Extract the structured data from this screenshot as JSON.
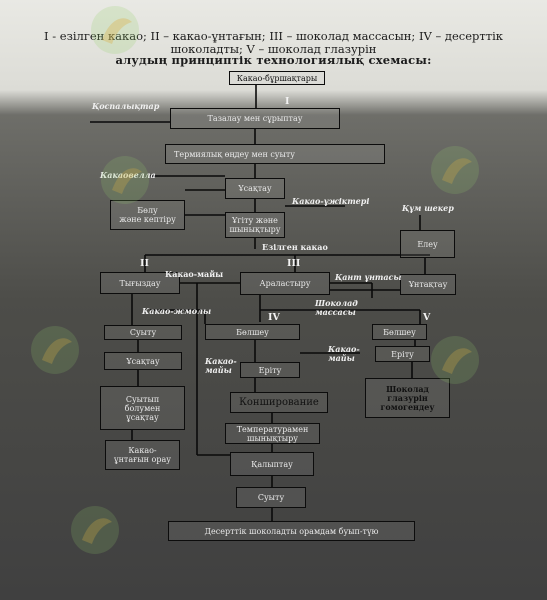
{
  "caption": {
    "line1": "І - езілген какао; ІІ – какао-ұнтағын; ІІІ – шоколад массасын; IV – десерттік",
    "line2": "шоколадты; V – шоколад глазурін",
    "line3": "алудың принциптік технологиялық схемасы:"
  },
  "boxes": {
    "beans": "Какао-бұршақтары",
    "clean": "Тазалау мен сұрыптау",
    "thermal": "Термиялық өңдеу мен суыту",
    "crush": "Ұсақтау",
    "sep": "Бөлу\nжәне кептіру",
    "grind": "Ұгіту және\nшынықтыру",
    "press": "Тығыздау",
    "mix": "Араластыру",
    "cool1": "Суыту",
    "crush2": "Ұсақтау",
    "cool_crush": "Суытып\nболумен\nұсақтау",
    "pack_powder": "Какао-\nұнтағын орау",
    "split4": "Бөлшеу",
    "melt4": "Еріту",
    "conche": "Конширование",
    "temper": "Температурамен\nшынықтыру",
    "mould": "Қалыптау",
    "cool2": "Суыту",
    "final_pack": "Десерттік шоколадты орамдам буып-түю",
    "grind_sugar": "Елеу",
    "powder_sugar": "Ұнтақтау",
    "split5": "Бөлшеу",
    "melt5": "Еріту",
    "glaze": "Шоколад\nглазурін\nгомогендеу"
  },
  "labels": {
    "impurities": "Қоспалықтар",
    "cocoa_shells": "Какаовелла",
    "cocoa_nibs": "Какао-ұжіктері",
    "cocoa_liquor": "Езілген какао",
    "cocoa_butter": "Какао-майы",
    "cocoa_cake": "Какао-жмолы",
    "cocoa_butter2": "Какао-\nмайы",
    "cocoa_butter3": "Какао-\nмайы",
    "sugar_powder": "Қант ұнтасы",
    "choc_mass": "Шоколад\nмассасы",
    "sugar_crystal": "Құм шекер"
  },
  "roman": {
    "I": "І",
    "II": "ІІ",
    "III": "ІІІ",
    "IV": "IV",
    "V": "V"
  },
  "colors": {
    "page_top": "#e9e9e4",
    "page_bottom": "#404040",
    "line": "#0a0a0a",
    "text": "#eaeaea"
  }
}
